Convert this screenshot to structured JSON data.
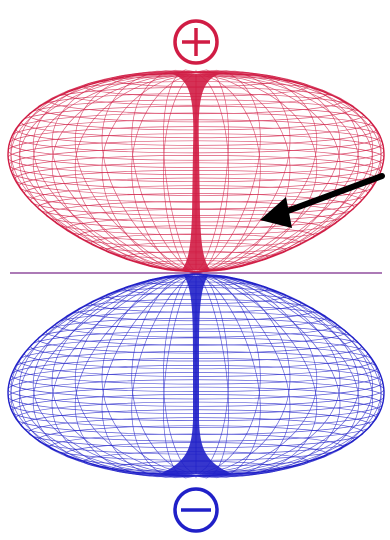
{
  "diagram": {
    "colors": {
      "positive": "#d01c44",
      "negative": "#2020c8",
      "arrow": "#000000"
    },
    "top_symbol": {
      "icon": "plus-in-circle-icon"
    },
    "bottom_symbol": {
      "icon": "minus-in-circle-icon"
    },
    "arrow": {
      "icon": "arrow-icon"
    },
    "lobes": [
      {
        "name": "upper-lobe",
        "sign": "positive"
      },
      {
        "name": "lower-lobe",
        "sign": "negative"
      }
    ]
  }
}
